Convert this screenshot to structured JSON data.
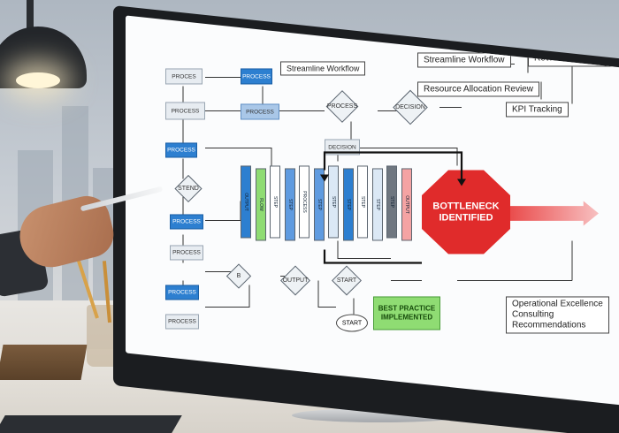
{
  "callouts": {
    "streamline_small": "Streamline Workflow",
    "streamline": "Streamline Workflow",
    "resource_review": "Resource Allocation Review",
    "resource_allocation": "Resource Allocation\nReview",
    "kpi": "KPI Tracking",
    "operational": "Operational Excellence\nConsulting\nRecommendations"
  },
  "nodes": {
    "top1": "PROCES",
    "top2": "PROCESS",
    "mid1": "PROCESS",
    "mid2": "PROCESS",
    "blue1": "PROCESS",
    "blue2": "PROCESS",
    "gray3": "PROCESS",
    "blue3": "PROCESS",
    "gray4": "PROCESS",
    "decision_box": "DECISION"
  },
  "diamonds": {
    "process": "PROCESS",
    "decision": "DECISION",
    "left": "STEND",
    "b": "B",
    "output": "OUTPUT",
    "start": "START"
  },
  "start_oval": "START",
  "bottleneck": {
    "line1": "BOTTLENECK",
    "line2": "IDENTIFIED"
  },
  "best_practice": {
    "line1": "BEST PRACTICE",
    "line2": "IMPLEMENTED"
  },
  "bars": [
    {
      "label": "OUTPUT",
      "color": "#2d7fd0"
    },
    {
      "label": "FLOW",
      "color": "#8fdc73"
    },
    {
      "label": "STEP",
      "color": "#ffffff"
    },
    {
      "label": "STEP",
      "color": "#5f9be0"
    },
    {
      "label": "PROCESS",
      "color": "#ffffff"
    },
    {
      "label": "STEP",
      "color": "#5f9be0"
    },
    {
      "label": "STEP",
      "color": "#dbe8f5"
    },
    {
      "label": "STEP",
      "color": "#2d7fd0"
    },
    {
      "label": "STEP",
      "color": "#ffffff"
    },
    {
      "label": "STEP",
      "color": "#dbe8f5"
    },
    {
      "label": "STEP",
      "color": "#6f7780"
    },
    {
      "label": "OUTPUT",
      "color": "#f4a3a3"
    }
  ],
  "colors": {
    "accent_red": "#e02b2b",
    "accent_green": "#8fdc73",
    "accent_blue": "#2d7fd0"
  }
}
